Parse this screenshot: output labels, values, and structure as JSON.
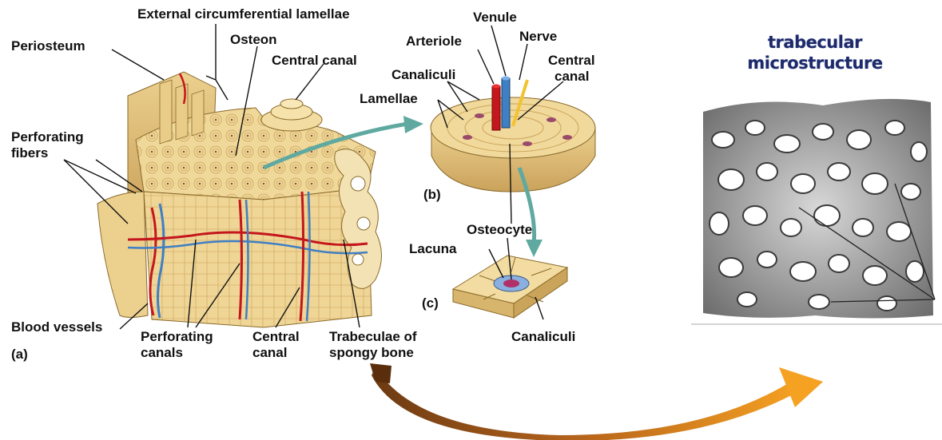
{
  "panel_a": {
    "labels": {
      "external_circumferential_lamellae": "External circumferential lamellae",
      "periosteum": "Periosteum",
      "osteon": "Osteon",
      "central_canal_top": "Central canal",
      "perforating_fibers_1": "Perforating",
      "perforating_fibers_2": "fibers",
      "blood_vessels": "Blood vessels",
      "perforating_canals_1": "Perforating",
      "perforating_canals_2": "canals",
      "central_canal_bottom_1": "Central",
      "central_canal_bottom_2": "canal",
      "trabeculae_1": "Trabeculae of",
      "trabeculae_2": "spongy bone",
      "panel_letter": "(a)"
    }
  },
  "panel_b": {
    "labels": {
      "venule": "Venule",
      "arteriole": "Arteriole",
      "nerve": "Nerve",
      "central_canal_1": "Central",
      "central_canal_2": "canal",
      "canaliculi": "Canaliculi",
      "lamellae": "Lamellae",
      "panel_letter": "(b)"
    }
  },
  "panel_c": {
    "labels": {
      "osteocyte": "Osteocyte",
      "lacuna": "Lacuna",
      "canaliculi": "Canaliculi",
      "panel_letter": "(c)"
    }
  },
  "right_panel": {
    "title_line1": "trabecular",
    "title_line2": "microstructure"
  },
  "colors": {
    "bone": "#f0d89a",
    "bone_dark": "#c9a45a",
    "artery": "#c4161c",
    "vein": "#3f7fc4",
    "nerve": "#f2c230",
    "teal_arrow": "#5fa9a0",
    "orange_arrow": "#e08a1e",
    "title": "#1d2a6b"
  }
}
